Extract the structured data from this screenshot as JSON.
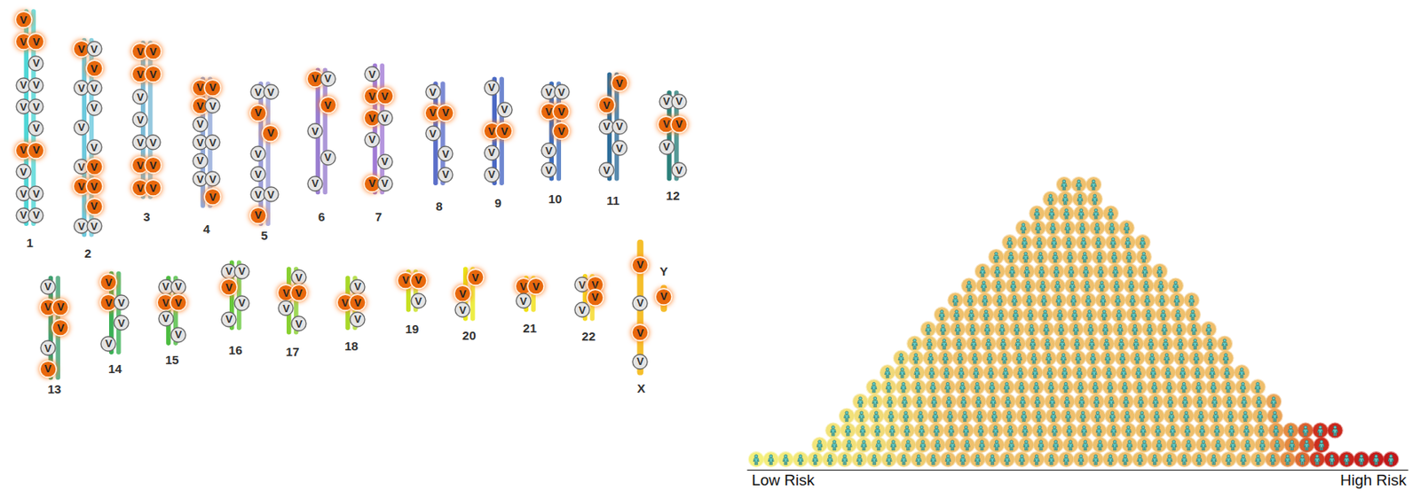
{
  "diagram": {
    "nodes": [
      {
        "text": [
          "V"
        ]
      },
      {
        "text": [
          "V"
        ]
      },
      {
        "text": [
          "V"
        ]
      },
      {
        "text": [
          "V"
        ]
      },
      {
        "text": [
          "V"
        ]
      },
      {
        "text": [
          "V"
        ]
      },
      {
        "text": [
          "V"
        ]
      },
      {
        "text": [
          "V"
        ]
      },
      {
        "text": [
          "V"
        ]
      },
      {
        "text": [
          "V"
        ]
      },
      {
        "text": [
          "V"
        ]
      },
      {
        "text": [
          "V"
        ]
      },
      {
        "text": [
          "V"
        ]
      },
      {
        "text": [
          "V"
        ]
      },
      {
        "text": [
          "V"
        ]
      },
      {
        "text": [
          "V"
        ]
      },
      {
        "text": [
          "V"
        ]
      },
      {
        "text": [
          "V"
        ]
      },
      {
        "text": [
          "V"
        ]
      },
      {
        "text": [
          "V"
        ]
      },
      {
        "text": [
          "V"
        ]
      },
      {
        "text": [
          "V"
        ]
      },
      {
        "text": [
          "V"
        ]
      },
      {
        "text": [
          "V"
        ]
      },
      {
        "text": [
          "V"
        ]
      },
      {
        "text": [
          "V"
        ]
      },
      {
        "text": [
          "V"
        ]
      },
      {
        "text": [
          "V"
        ]
      },
      {
        "text": [
          "V"
        ]
      },
      {
        "text": [
          "V"
        ]
      },
      {
        "text": [
          "V"
        ]
      },
      {
        "text": [
          "V"
        ]
      },
      {
        "text": [
          "V"
        ]
      },
      {
        "text": [
          "V"
        ]
      },
      {
        "text": [
          "V"
        ]
      },
      {
        "text": [
          "V"
        ]
      },
      {
        "text": [
          "V"
        ]
      },
      {
        "text": [
          "V"
        ]
      },
      {
        "text": [
          "V"
        ]
      },
      {
        "text": [
          "V"
        ]
      },
      {
        "text": [
          "V"
        ]
      },
      {
        "text": [
          "V"
        ]
      },
      {
        "text": [
          "V"
        ]
      },
      {
        "text": [
          "V"
        ]
      },
      {
        "text": [
          "V"
        ]
      },
      {
        "text": [
          "V"
        ]
      },
      {
        "text": [
          "V"
        ]
      },
      {
        "text": [
          "V"
        ]
      },
      {
        "text": [
          "V"
        ]
      },
      {
        "text": [
          "V"
        ]
      },
      {
        "text": [
          "V"
        ]
      },
      {
        "text": [
          "V"
        ]
      },
      {
        "text": [
          "V"
        ]
      },
      {
        "text": [
          "V"
        ]
      },
      {
        "text": [
          "V"
        ]
      },
      {
        "text": [
          "V"
        ]
      },
      {
        "text": [
          "V"
        ]
      },
      {
        "text": [
          "V"
        ]
      },
      {
        "text": [
          "V"
        ]
      },
      {
        "text": [
          "V"
        ]
      },
      {
        "text": [
          "V"
        ]
      },
      {
        "text": [
          "V"
        ]
      },
      {
        "text": [
          "V"
        ]
      },
      {
        "text": [
          "V"
        ]
      },
      {
        "text": [
          "V"
        ]
      },
      {
        "text": [
          "V"
        ]
      },
      {
        "text": [
          "V"
        ]
      },
      {
        "text": [
          "V"
        ]
      },
      {
        "text": [
          "V"
        ]
      },
      {
        "text": [
          "V"
        ]
      },
      {
        "text": [
          "V"
        ]
      },
      {
        "text": [
          "V"
        ]
      },
      {
        "text": [
          "V"
        ]
      },
      {
        "text": [
          "V"
        ]
      },
      {
        "text": [
          "V"
        ]
      },
      {
        "text": [
          "V"
        ]
      },
      {
        "text": [
          "V"
        ]
      },
      {
        "text": [
          "V"
        ]
      },
      {
        "text": [
          "V"
        ]
      },
      {
        "text": [
          "V"
        ]
      },
      {
        "text": [
          "V"
        ]
      },
      {
        "text": [
          "V"
        ]
      },
      {
        "text": [
          "V"
        ]
      },
      {
        "text": [
          "V"
        ]
      },
      {
        "text": [
          "V"
        ]
      },
      {
        "text": [
          "V"
        ]
      },
      {
        "text": [
          "V"
        ]
      },
      {
        "text": [
          "V"
        ]
      },
      {
        "text": [
          "V"
        ]
      },
      {
        "text": [
          "V"
        ]
      },
      {
        "text": [
          "V"
        ]
      },
      {
        "text": [
          "V"
        ]
      },
      {
        "text": [
          "V"
        ]
      },
      {
        "text": [
          "V"
        ]
      },
      {
        "text": [
          "V"
        ]
      },
      {
        "text": [
          "V"
        ]
      },
      {
        "text": [
          "V"
        ]
      },
      {
        "text": [
          "V"
        ]
      },
      {
        "text": [
          "V"
        ]
      },
      {
        "text": [
          "V"
        ]
      },
      {
        "text": [
          "V"
        ]
      },
      {
        "text": [
          "V"
        ]
      },
      {
        "text": [
          "V"
        ]
      },
      {
        "text": [
          "V"
        ]
      },
      {
        "text": [
          "V"
        ]
      },
      {
        "text": [
          "V"
        ]
      },
      {
        "text": [
          "V"
        ]
      },
      {
        "text": [
          "V"
        ]
      },
      {
        "text": [
          "V"
        ]
      },
      {
        "text": [
          "V"
        ]
      },
      {
        "text": [
          "V"
        ]
      },
      {
        "text": [
          "V"
        ]
      },
      {
        "text": [
          "V"
        ]
      },
      {
        "text": [
          "V"
        ]
      },
      {
        "text": [
          "V"
        ]
      },
      {
        "text": [
          "V"
        ]
      },
      {
        "text": [
          "V"
        ]
      },
      {
        "text": [
          "V"
        ]
      },
      {
        "text": [
          "V"
        ]
      },
      {
        "text": [
          "V"
        ]
      },
      {
        "text": [
          "V"
        ]
      },
      {
        "text": [
          "V"
        ]
      },
      {
        "text": [
          "V"
        ]
      },
      {
        "text": [
          "V"
        ]
      },
      {
        "text": [
          "V"
        ]
      },
      {
        "text": [
          "V"
        ]
      },
      {
        "text": [
          "V"
        ]
      },
      {
        "text": [
          "V"
        ]
      },
      {
        "text": [
          "V"
        ]
      },
      {
        "text": [
          "V"
        ]
      },
      {
        "text": [
          "V"
        ]
      },
      {
        "text": [
          "V"
        ]
      },
      {
        "text": [
          "V"
        ]
      },
      {
        "text": [
          "V"
        ]
      },
      {
        "text": [
          "V"
        ]
      },
      {
        "text": [
          "V"
        ]
      },
      {
        "text": [
          "V"
        ]
      },
      {
        "text": [
          "V"
        ]
      },
      {
        "text": [
          "V"
        ]
      },
      {
        "text": [
          "V"
        ]
      },
      {
        "text": [
          "V"
        ]
      },
      {
        "text": [
          "V"
        ]
      },
      {
        "text": [
          "V"
        ]
      },
      {
        "text": [
          "V"
        ]
      },
      {
        "text": [
          "V"
        ]
      },
      {
        "text": [
          "V"
        ]
      },
      {
        "text": [
          "V"
        ]
      },
      {
        "text": [
          "V"
        ]
      },
      {
        "text": [
          "V"
        ]
      },
      {
        "text": [
          "V"
        ]
      },
      {
        "text": [
          "V"
        ]
      },
      {
        "text": [
          "V"
        ]
      },
      {
        "text": [
          "V"
        ]
      },
      {
        "text": [
          "V"
        ]
      },
      {
        "text": [
          "V"
        ]
      },
      {
        "text": [
          "V"
        ]
      },
      {
        "text": [
          "V"
        ]
      },
      {
        "text": [
          "V"
        ]
      }
    ],
    "labels": [
      "1",
      "2",
      "3",
      "4",
      "5",
      "6",
      "7",
      "8",
      "9",
      "10",
      "11",
      "12",
      "13",
      "14",
      "15",
      "16",
      "17",
      "18",
      "19",
      "20",
      "21",
      "22",
      "Y",
      "X",
      "Low Risk",
      "High Risk"
    ]
  }
}
